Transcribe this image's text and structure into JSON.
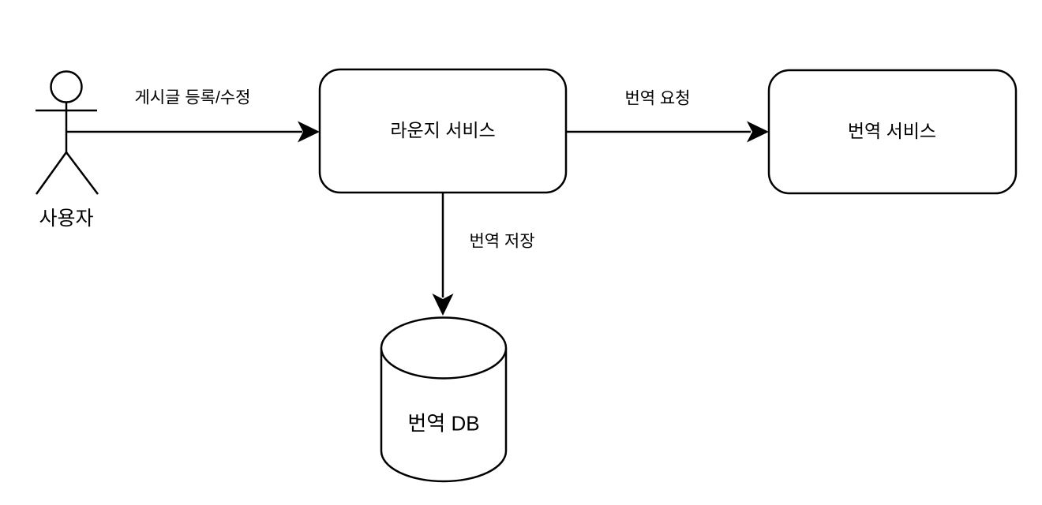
{
  "diagram": {
    "type": "flowchart-left-to-right",
    "background_color": "#ffffff",
    "line_color": "#000000",
    "text_color": "#000000",
    "node_fill_color": "#ffffff",
    "actor": {
      "label": "사용자",
      "shape": "stick-figure"
    },
    "nodes": {
      "lounge": {
        "label": "라운지 서비스",
        "shape": "rounded-rectangle"
      },
      "translate": {
        "label": "번역 서비스",
        "shape": "rounded-rectangle"
      },
      "db": {
        "label": "번역 DB",
        "shape": "database-cylinder"
      }
    },
    "edges": {
      "user_to_lounge": {
        "from": "사용자",
        "to": "라운지 서비스",
        "label": "게시글 등록/수정",
        "direction": "right"
      },
      "lounge_to_translate": {
        "from": "라운지 서비스",
        "to": "번역 서비스",
        "label": "번역 요청",
        "direction": "right"
      },
      "lounge_to_db": {
        "from": "라운지 서비스",
        "to": "번역 DB",
        "label": "번역 저장",
        "direction": "down"
      }
    }
  }
}
